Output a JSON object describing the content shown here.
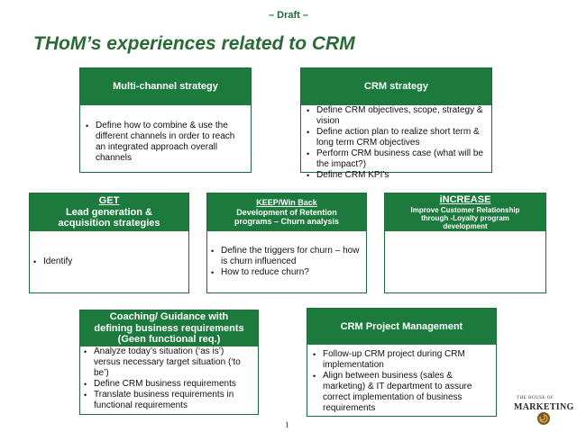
{
  "header": {
    "draft": "– Draft –",
    "title": "THoM’s experiences related to CRM"
  },
  "cards": {
    "multichannel": {
      "title": "Multi-channel strategy",
      "items": [
        "Define how to combine & use the different channels in order to reach an integrated approach overall channels"
      ]
    },
    "crm_strategy": {
      "title": "CRM strategy",
      "items": [
        "Define CRM objectives, scope, strategy & vision",
        "Define action plan to realize short term & long term CRM objectives",
        "Perform CRM business case (what will be the impact?)",
        "Define CRM KPI’s"
      ]
    },
    "get": {
      "title_1": "GET",
      "title_2": "Lead generation &",
      "title_3": "acquisition strategies",
      "items": [
        "Identify"
      ]
    },
    "keep": {
      "title_1": "KEEP/Win Back",
      "title_2": "Development of Retention",
      "title_3": "programs – Churn analysis",
      "items": [
        "Define the triggers for churn – how is churn influenced",
        "How to reduce churn?"
      ]
    },
    "increase": {
      "title_1": "iNCREASE",
      "title_2": "Improve Customer Relationship",
      "title_3": "through -Loyalty program",
      "title_4": "development"
    },
    "coaching": {
      "title_1": "Coaching/ Guidance with",
      "title_2": "defining business requirements",
      "title_3": "(Geen functional req.)",
      "items": [
        "Analyze today’s situation (‘as is’) versus necessary target situation (‘to be’)",
        "Define CRM business requirements",
        "Translate business requirements in functional requirements"
      ]
    },
    "project": {
      "title": "CRM Project Management",
      "items": [
        "Follow-up CRM project during CRM implementation",
        "Align between business (sales & marketing) & IT department to assure correct implementation of business requirements"
      ]
    }
  },
  "footer": {
    "page_number": "1",
    "logo_line1": "THE HOUSE OF",
    "logo_line2": "MARKETING"
  },
  "colors": {
    "header_green": "#1b7a3c",
    "title_green": "#2a6b35",
    "border_green": "#1d6b3a"
  }
}
